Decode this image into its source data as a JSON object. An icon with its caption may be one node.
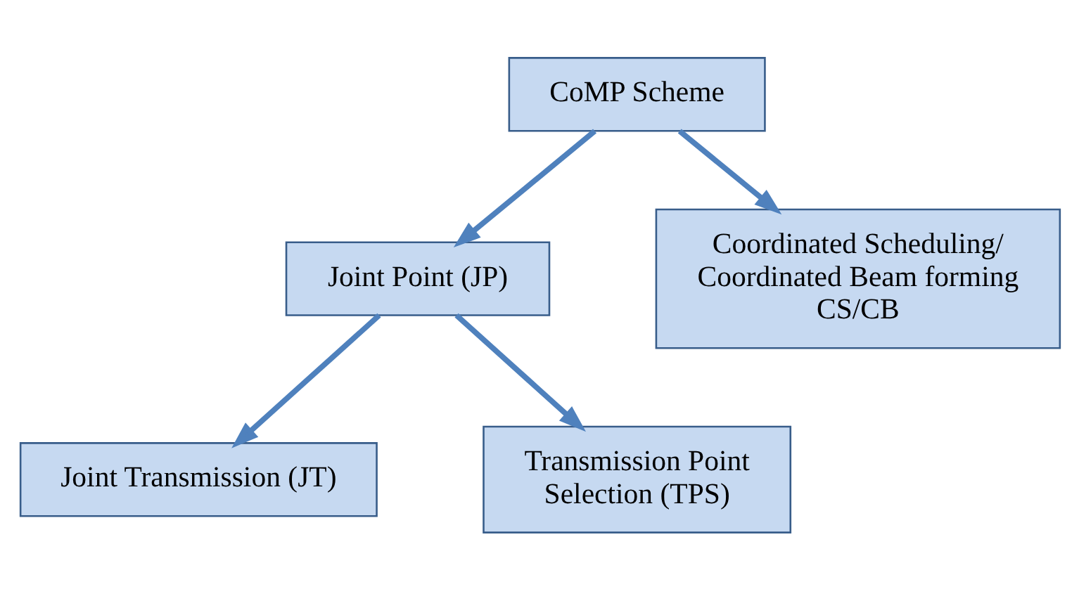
{
  "diagram": {
    "nodes": [
      {
        "text": [
          "CoMP Scheme"
        ]
      },
      {
        "text": [
          "Joint Point (JP)"
        ]
      },
      {
        "text": [
          "Coordinated Scheduling/ Coordinated Beam forming CS/CB"
        ]
      },
      {
        "text": [
          "Joint Transmission (JT)"
        ]
      },
      {
        "text": [
          "Transmission Point Selection (TPS)"
        ]
      }
    ],
    "edges": [
      {
        "from": 0,
        "to": 1,
        "arrow": "to"
      },
      {
        "from": 0,
        "to": 2,
        "arrow": "to"
      },
      {
        "from": 1,
        "to": 3,
        "arrow": "to"
      },
      {
        "from": 1,
        "to": 4,
        "arrow": "to"
      }
    ]
  }
}
